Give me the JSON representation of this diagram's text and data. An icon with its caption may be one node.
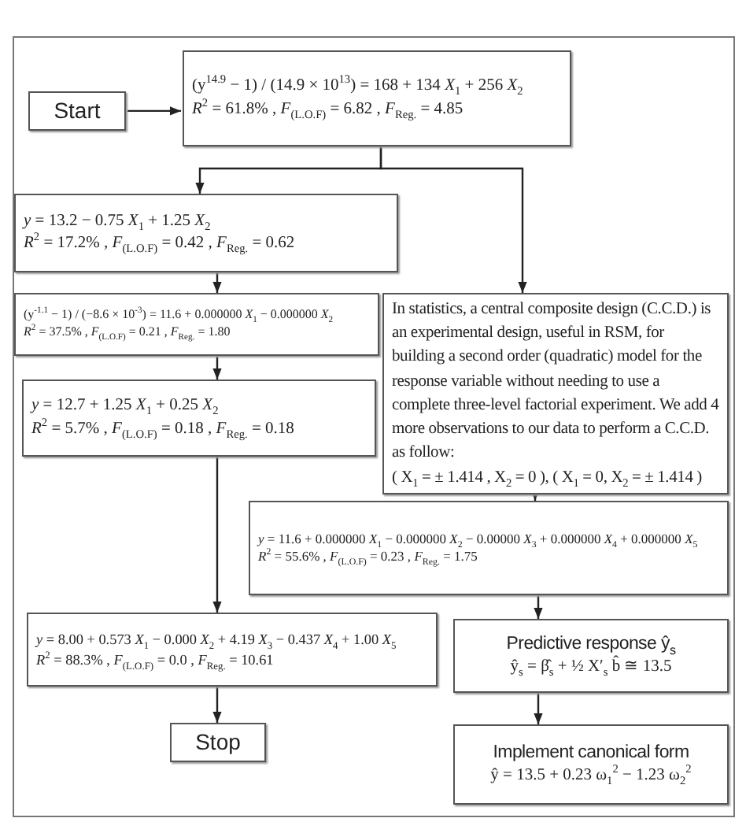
{
  "diagram": {
    "nodes": [
      {
        "text": [],
        "shape": "box"
      },
      {
        "text": [
          "Start"
        ],
        "in": 0
      },
      {
        "text": [
          "(y$^{14.9}$ − 1) / (14.9 × 10$^{13}$) = 168 + 134 *X*$_{1}$ + 256 *X*$_{2}$",
          "*R*$^{2}$ = 61.8% , *F*$_{(L.O.F)}$ = 6.82 , *F*$_{Reg.}$ = 4.85"
        ],
        "in": 0
      },
      {
        "text": [
          "*y* = 13.2 − 0.75 *X*$_{1}$ + 1.25 *X*$_{2}$",
          "*R*$^{2}$ = 17.2% , *F*$_{(L.O.F)}$ = 0.42 , *F*$_{Reg.}$ = 0.62"
        ],
        "in": 0
      },
      {
        "text": [
          "(y$^{-1.1}$ − 1) / (−8.6 × 10$^{-3}$) = 11.6 + 0.000000 *X*$_{1}$ − 0.000000 *X*$_{2}$",
          "*R*$^{2}$ = 37.5% , *F*$_{(L.O.F)}$ = 0.21 , *F*$_{Reg.}$ = 1.80"
        ],
        "in": 0
      },
      {
        "text": [
          "*y* = 12.7 + 1.25 *X*$_{1}$ + 0.25 *X*$_{2}$",
          "*R*$^{2}$ = 5.7% , *F*$_{(L.O.F)}$ = 0.18 , *F*$_{Reg.}$ = 0.18"
        ],
        "in": 0
      },
      {
        "text": [
          "In statistics, a central composite design (C.C.D.) is an experimental design, useful in RSM, for building a second order (quadratic) model for the response variable without needing to use a complete three-level factorial experiment. We add 4 more observations to our data to perform a C.C.D. as follow:",
          "( X$_{1}$ = ± 1.414 , X$_{2}$ = 0 ), ( X$_{1}$ = 0, X$_{2}$ = ± 1.414 )"
        ],
        "in": 0
      },
      {
        "text": [
          "*y* = 11.6 + 0.000000 *X*$_{1}$ − 0.000000 *X*$_{2}$ − 0.00000 *X*$_{3}$ + 0.000000 *X*$_{4}$ + 0.000000 *X*$_{5}$",
          "*R*$^{2}$ = 55.6% , *F*$_{(L.O.F)}$ = 0.23 , *F*$_{Reg.}$ = 1.75"
        ],
        "in": 0
      },
      {
        "text": [
          "*y* = 8.00 + 0.573 *X*$_{1}$ − 0.000 *X*$_{2}$ + 4.19 *X*$_{3}$ − 0.437 *X*$_{4}$ + 1.00 *X*$_{5}$",
          "*R*$^{2}$ = 88.3% , *F*$_{(L.O.F)}$ = 0.0 , *F*$_{Reg.}$ = 10.61"
        ],
        "in": 0
      },
      {
        "text": [
          "Stop"
        ],
        "in": 0
      },
      {
        "text": [
          "Predictive response ŷ$_{s}$",
          "ŷ$_{s}$ = β̂$_{s}$ + ½ X′$_{s}$ b̂ ≅ 13.5"
        ],
        "in": 0
      },
      {
        "text": [
          "Implement canonical form",
          "ŷ = 13.5 + 0.23 ω$_{1}$$^{2}$ − 1.23 ω$_{2}$$^{2}$"
        ],
        "in": 0
      }
    ],
    "edges": [
      {
        "from": 1,
        "to": 2,
        "arrow": "to"
      },
      {
        "from": 2,
        "to": 3,
        "arrow": "to"
      },
      {
        "from": 2,
        "to": 6,
        "arrow": "to"
      },
      {
        "from": 3,
        "to": 4,
        "arrow": "to"
      },
      {
        "from": 4,
        "to": 5,
        "arrow": "to"
      },
      {
        "from": 5,
        "to": 8,
        "arrow": "to"
      },
      {
        "from": 8,
        "to": 9,
        "arrow": "to"
      },
      {
        "from": 6,
        "to": 7,
        "arrow": "to"
      },
      {
        "from": 7,
        "to": 10,
        "arrow": "to"
      },
      {
        "from": 10,
        "to": 11,
        "arrow": "to"
      }
    ]
  }
}
